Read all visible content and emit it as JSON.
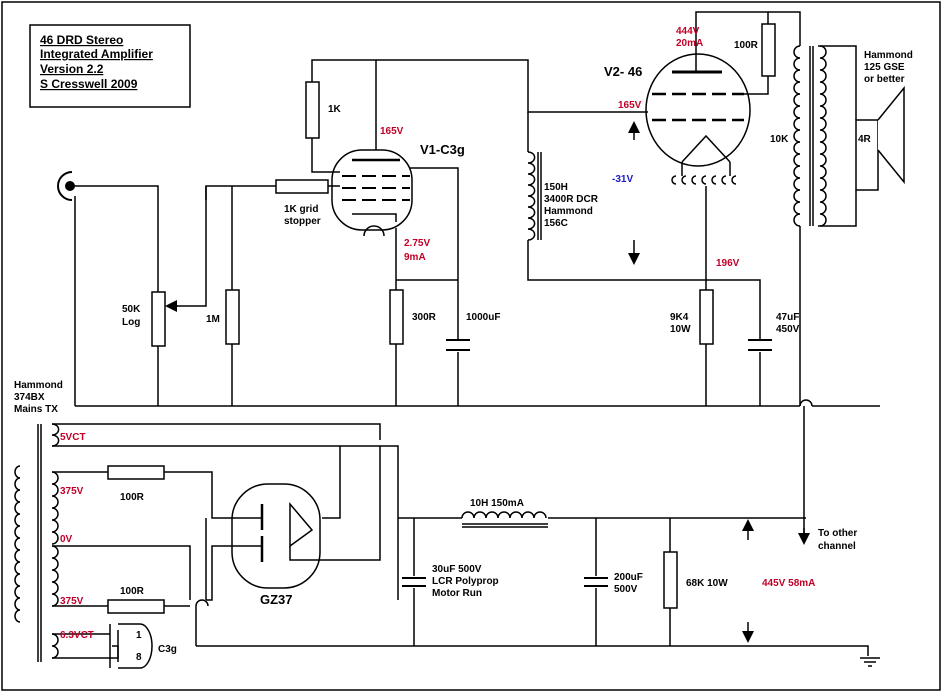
{
  "title_block": {
    "line1": "46 DRD Stereo",
    "line2": "Integrated Amplifier",
    "line3": "Version 2.2",
    "line4": "S Cresswell 2009"
  },
  "tubes": {
    "v1": "V1-C3g",
    "v2": "V2- 46",
    "rect": "GZ37"
  },
  "components": {
    "r_1k": "1K",
    "grid_stopper_1": "1K grid",
    "grid_stopper_2": "stopper",
    "pot_1": "50K",
    "pot_2": "Log",
    "r_1m": "1M",
    "r_300r": "300R",
    "c_1000uf": "1000uF",
    "choke_1": "150H",
    "choke_2": "3400R DCR",
    "choke_3": "Hammond",
    "choke_4": "156C",
    "r_9k4_1": "9K4",
    "r_9k4_2": "10W",
    "c_47_1": "47uF",
    "c_47_2": "450V",
    "r_100r_top": "100R",
    "ot_10k": "10K",
    "spk_4r": "4R",
    "ot_name_1": "Hammond",
    "ot_name_2": "125 GSE",
    "ot_name_3": "or better",
    "mains_1": "Hammond",
    "mains_2": "374BX",
    "mains_3": "Mains TX",
    "r_100r_a": "100R",
    "r_100r_b": "100R",
    "choke_psu": "10H 150mA",
    "c_30_1": "30uF 500V",
    "c_30_2": "LCR Polyprop",
    "c_30_3": "Motor Run",
    "c_200_1": "200uF",
    "c_200_2": "500V",
    "r_68k": "68K 10W",
    "other_1": "To other",
    "other_2": "channel",
    "pin_1": "1",
    "pin_8": "8",
    "c3g_label": "C3g"
  },
  "voltages": {
    "v1_anode": "165V",
    "v1_cathode_1": "2.75V",
    "v1_cathode_2": "9mA",
    "v2_anode_1": "444V",
    "v2_anode_2": "20mA",
    "v2_grid": "165V",
    "v2_bias": "-31V",
    "v2_cathode": "196V",
    "sec_5v": "5VCT",
    "sec_375a": "375V",
    "sec_0v": "0V",
    "sec_375b": "375V",
    "sec_63": "6.3VCT",
    "supply": "445V 58mA"
  },
  "colors": {
    "voltage": "#c00028",
    "bias": "#1a1acc",
    "wire": "#000000"
  }
}
